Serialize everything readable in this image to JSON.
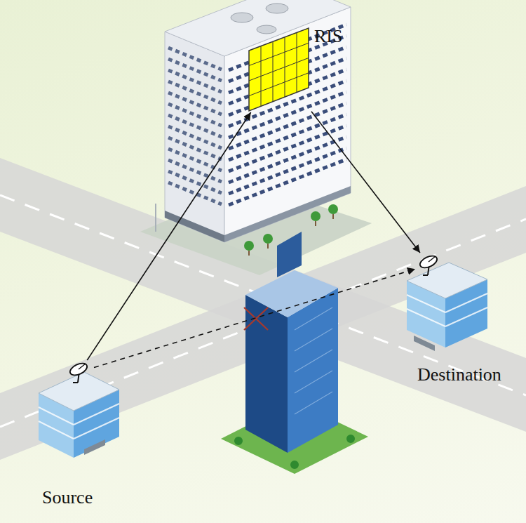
{
  "diagram": {
    "nodes": [
      {
        "text": [
          "RIS"
        ]
      },
      {
        "text": [
          "Destination"
        ]
      },
      {
        "text": [
          "Source"
        ]
      }
    ],
    "edges": [
      {
        "from": 2,
        "to": 0,
        "arrow": "to"
      },
      {
        "from": 0,
        "to": 1,
        "arrow": "to"
      },
      {
        "from": 2,
        "to": 1,
        "arrow": "to"
      }
    ]
  }
}
